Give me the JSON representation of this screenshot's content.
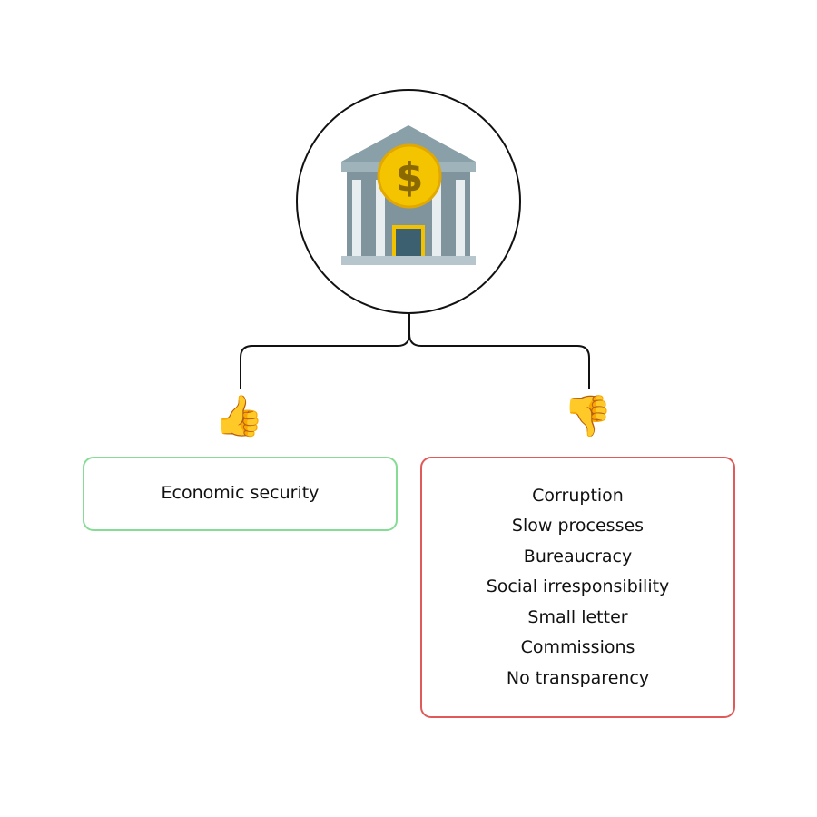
{
  "center": {
    "icon": "bank-icon"
  },
  "pros": {
    "icon": "thumbs-up-icon",
    "items": [
      "Economic security"
    ],
    "border_color": "#86dc95"
  },
  "cons": {
    "icon": "thumbs-down-icon",
    "items": [
      "Corruption",
      "Slow processes",
      "Bureaucracy",
      "Social irresponsibility",
      "Small letter",
      "Commissions",
      "No transparency"
    ],
    "border_color": "#e05a5a"
  }
}
